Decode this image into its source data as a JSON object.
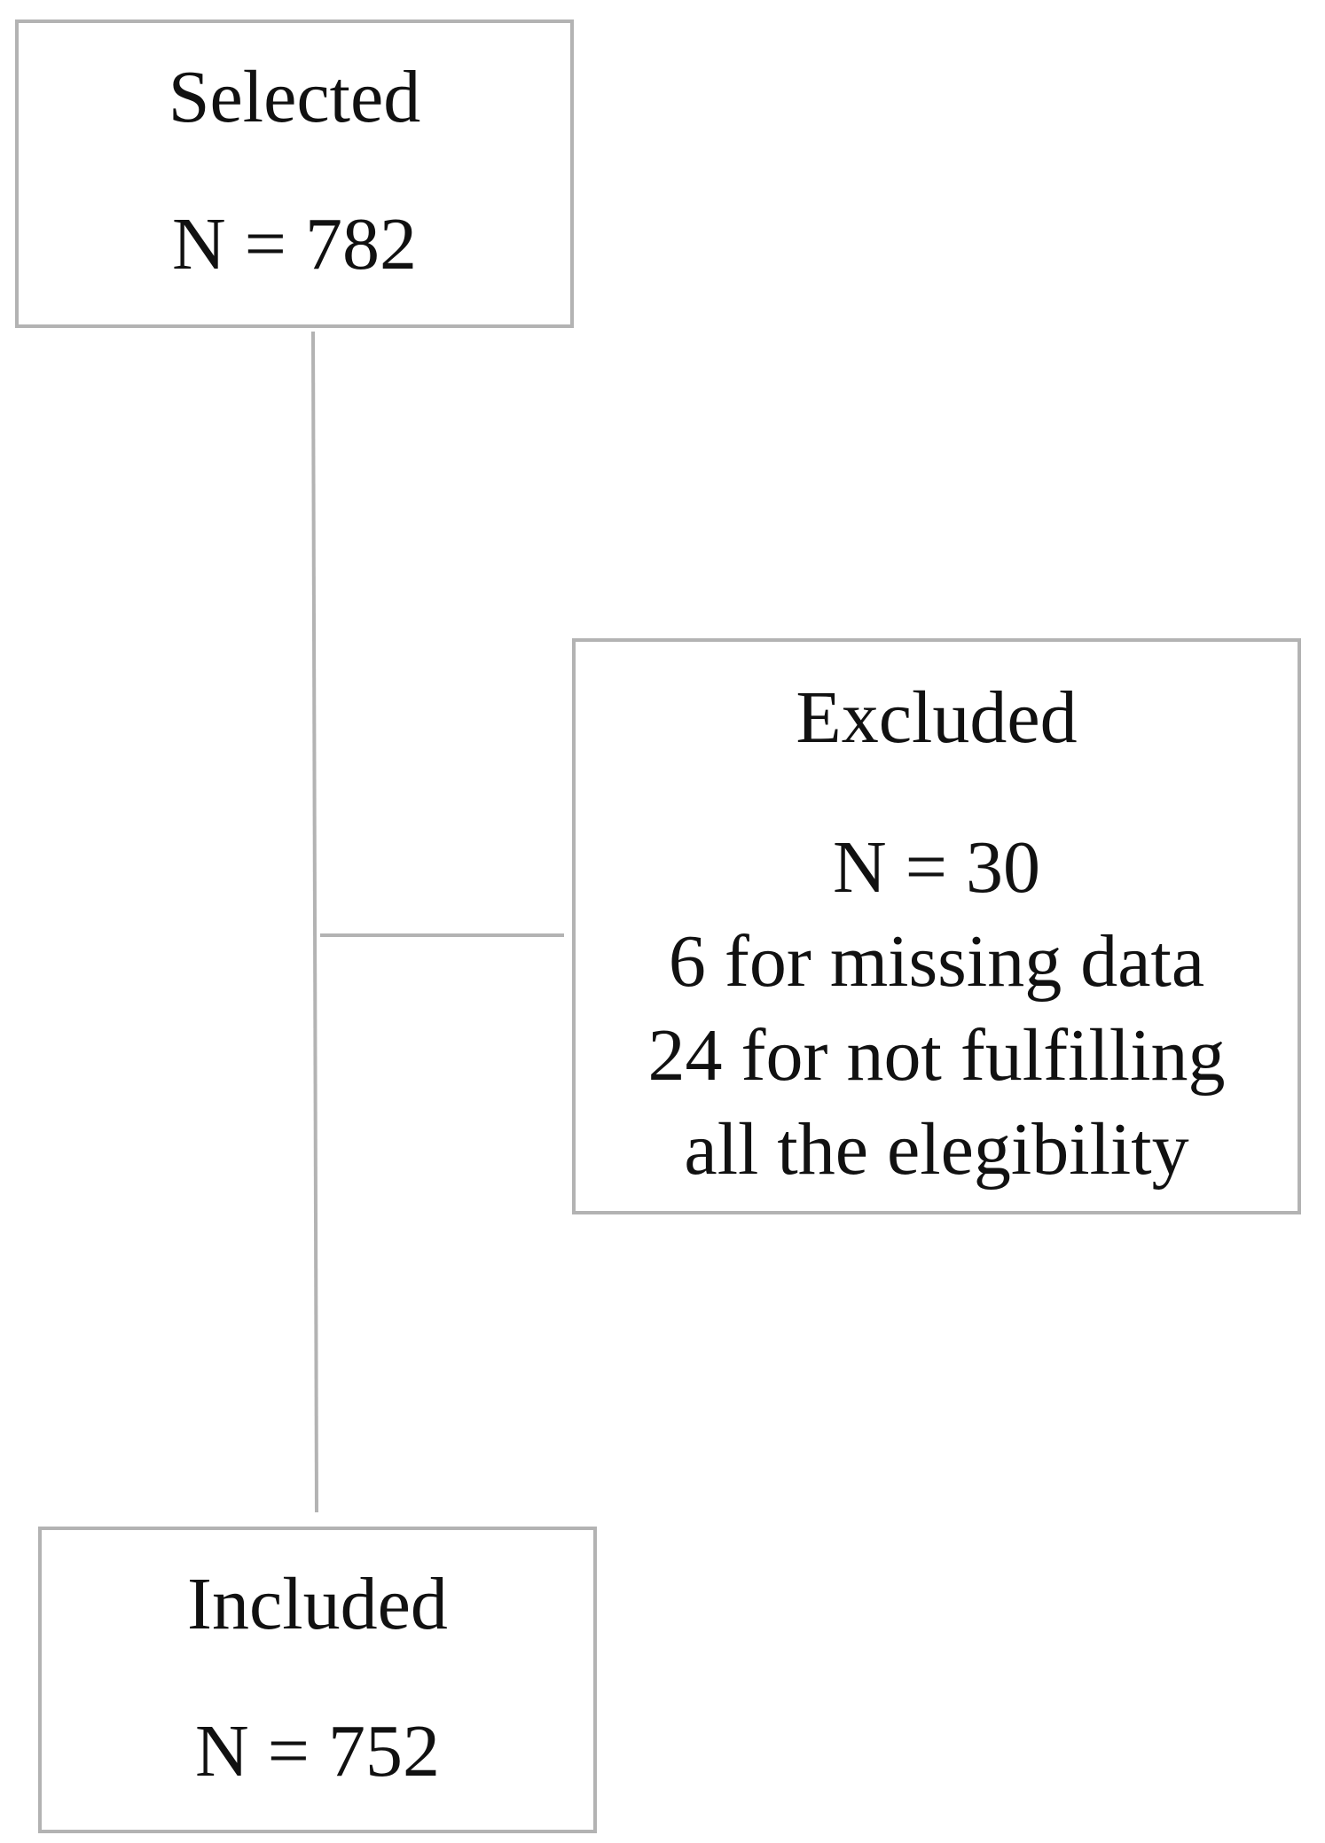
{
  "diagram": {
    "selected": {
      "title": "Selected",
      "count": "N = 782"
    },
    "excluded": {
      "title": "Excluded",
      "count": "N = 30",
      "reasons": [
        "6 for missing data",
        "24 for not fulfilling",
        "all the elegibility"
      ]
    },
    "included": {
      "title": "Included",
      "count": "N = 752"
    },
    "colors": {
      "border": "#b3b3b3",
      "connector": "#b3b3b3",
      "text": "#111111"
    }
  }
}
